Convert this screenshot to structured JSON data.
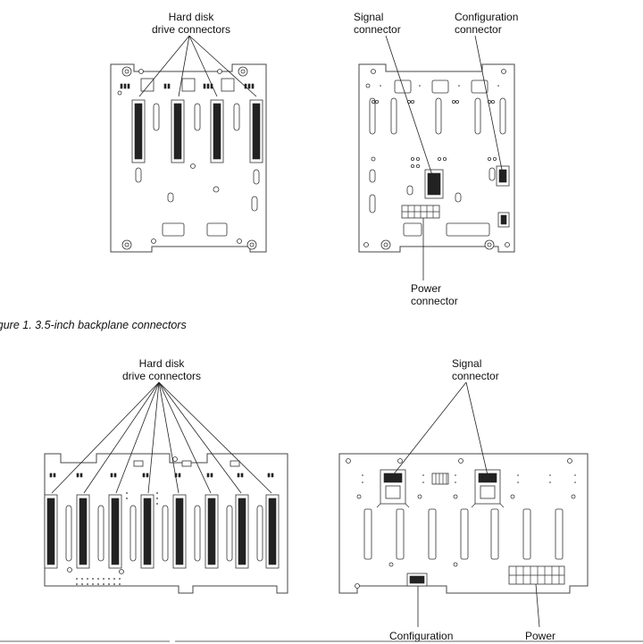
{
  "caption": "igure 1. 3.5-inch backplane connectors",
  "top_left": {
    "label_line1": "Hard disk",
    "label_line2": "drive connectors"
  },
  "top_right": {
    "signal_line1": "Signal",
    "signal_line2": "connector",
    "config_line1": "Configuration",
    "config_line2": "connector",
    "power_line1": "Power",
    "power_line2": "connector"
  },
  "bottom_left": {
    "label_line1": "Hard disk",
    "label_line2": "drive connectors"
  },
  "bottom_right": {
    "signal_line1": "Signal",
    "signal_line2": "connector",
    "config_label": "Configuration",
    "power_label": "Power"
  }
}
